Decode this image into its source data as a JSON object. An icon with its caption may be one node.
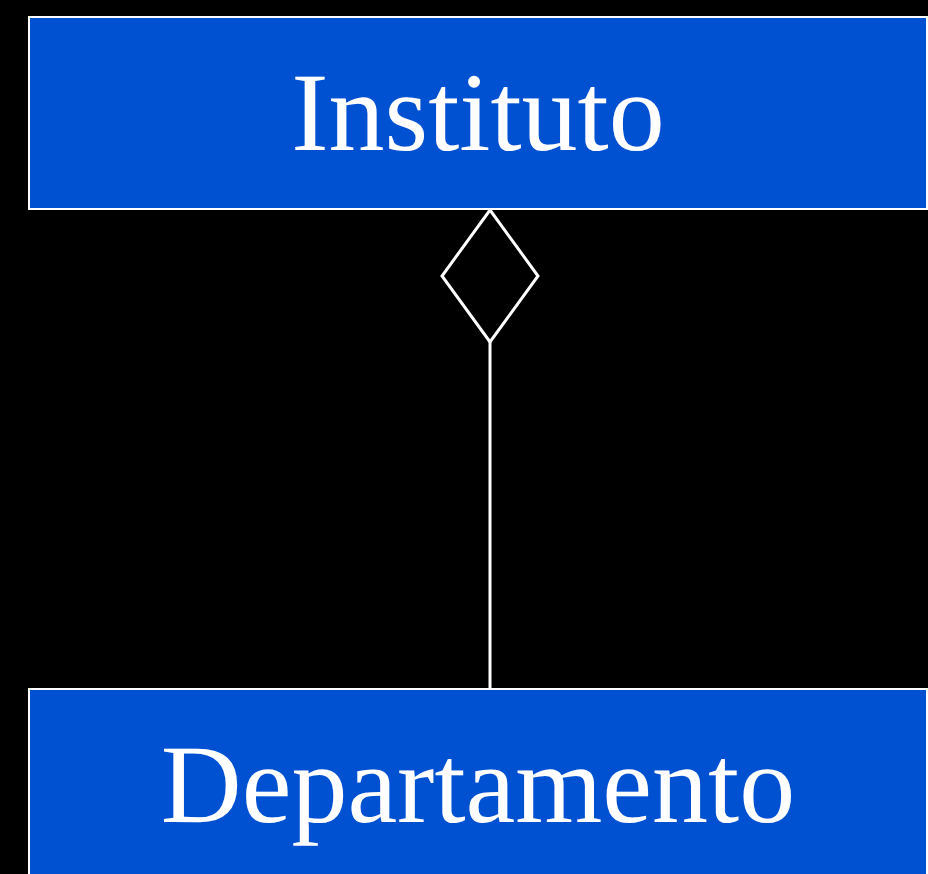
{
  "diagram": {
    "nodes": [
      {
        "text": [
          "Instituto"
        ]
      },
      {
        "text": [
          "Departamento"
        ]
      }
    ],
    "edges": [
      {
        "from": 0,
        "to": 1,
        "arrow": "other"
      }
    ]
  }
}
